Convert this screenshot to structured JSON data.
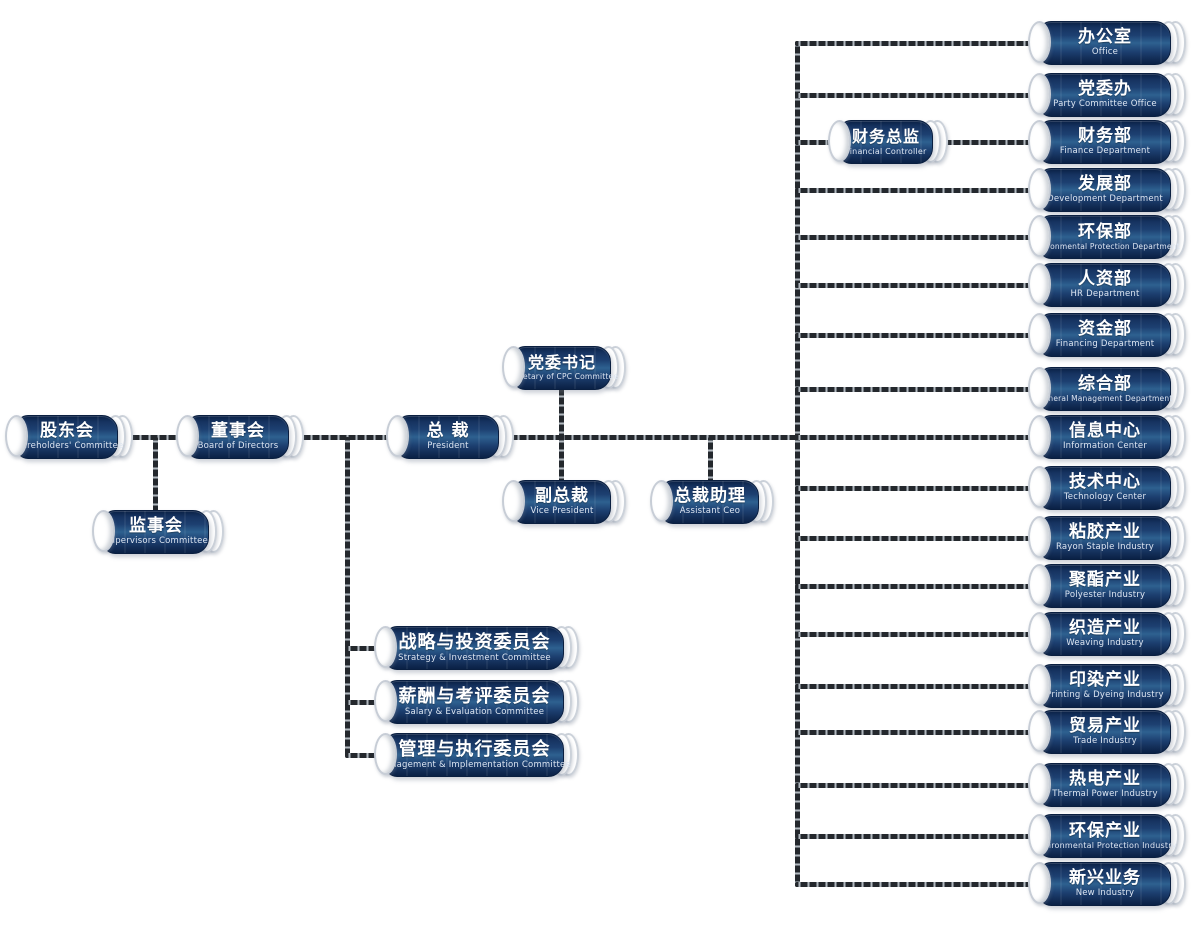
{
  "org": {
    "governance": {
      "shareholders": {
        "zh": "股东会",
        "en": "Shareholders' Committee"
      },
      "supervisors": {
        "zh": "监事会",
        "en": "Supervisors Committee"
      },
      "board": {
        "zh": "董事会",
        "en": "Board of Directors"
      },
      "president": {
        "zh": "总 裁",
        "en": "President"
      },
      "cpc_secretary": {
        "zh": "党委书记",
        "en": "Secretary of CPC Committee"
      },
      "vice_president": {
        "zh": "副总裁",
        "en": "Vice President"
      },
      "assistant_ceo": {
        "zh": "总裁助理",
        "en": "Assistant Ceo"
      },
      "financial_controller": {
        "zh": "财务总监",
        "en": "Financial Controller"
      }
    },
    "committees": [
      {
        "zh": "战略与投资委员会",
        "en": "Strategy & Investment Committee"
      },
      {
        "zh": "薪酬与考评委员会",
        "en": "Salary & Evaluation Committee"
      },
      {
        "zh": "管理与执行委员会",
        "en": "Management & Implementation Committee"
      }
    ],
    "departments": [
      {
        "zh": "办公室",
        "en": "Office"
      },
      {
        "zh": "党委办",
        "en": "Party Committee Office"
      },
      {
        "zh": "财务部",
        "en": "Finance Department"
      },
      {
        "zh": "发展部",
        "en": "Development Department"
      },
      {
        "zh": "环保部",
        "en": "Environmental Protection Department"
      },
      {
        "zh": "人资部",
        "en": "HR Department"
      },
      {
        "zh": "资金部",
        "en": "Financing Department"
      },
      {
        "zh": "综合部",
        "en": "General Management Department"
      },
      {
        "zh": "信息中心",
        "en": "Information Center"
      },
      {
        "zh": "技术中心",
        "en": "Technology Center"
      },
      {
        "zh": "粘胶产业",
        "en": "Rayon Staple Industry"
      },
      {
        "zh": "聚酯产业",
        "en": "Polyester Industry"
      },
      {
        "zh": "织造产业",
        "en": "Weaving Industry"
      },
      {
        "zh": "印染产业",
        "en": "Printing & Dyeing Industry"
      },
      {
        "zh": "贸易产业",
        "en": "Trade Industry"
      },
      {
        "zh": "热电产业",
        "en": "Thermal Power Industry"
      },
      {
        "zh": "环保产业",
        "en": "Environmental Protection Industry"
      },
      {
        "zh": "新兴业务",
        "en": "New Industry"
      }
    ]
  },
  "colors": {
    "pipe_navy": "#163361",
    "pipe_steel_blue": "#2e6190",
    "pipe_edge": "#0a1f40",
    "cap_white": "#ffffff",
    "cap_rim_gray": "#c7cdd6",
    "chain_dark": "#24282d",
    "chain_light": "#b3b9bf",
    "background": "#ffffff",
    "text": "#ffffff"
  }
}
